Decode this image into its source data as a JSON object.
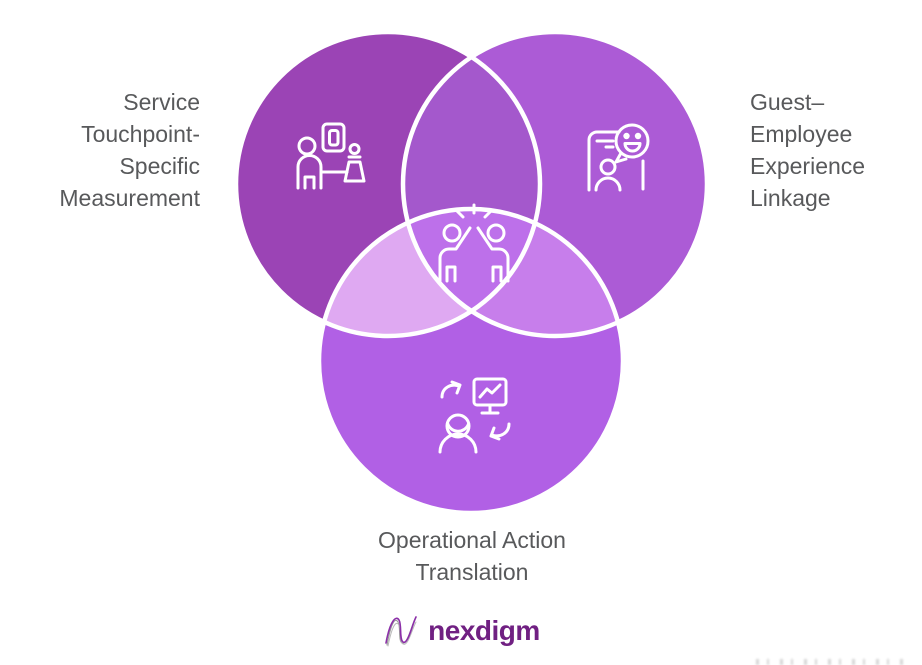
{
  "background_color": "#FFFFFF",
  "venn": {
    "outline_color": "#FFFFFF",
    "icon_color": "#FFFFFF",
    "label_color": "#58595B",
    "circles": [
      {
        "id": "service-touchpoint",
        "label": "Service Touchpoint-Specific Measurement",
        "label_lines": [
          "Service",
          "Touchpoint-",
          "Specific",
          "Measurement"
        ],
        "fill": "#9B44B5",
        "icon": "person-kiosk-icon"
      },
      {
        "id": "guest-employee",
        "label": "Guest–Employee Experience Linkage",
        "label_lines": [
          "Guest–",
          "Employee",
          "Experience",
          "Linkage"
        ],
        "fill": "#AC5BD6",
        "icon": "guest-feedback-speech-bubble-icon"
      },
      {
        "id": "operational-action",
        "label": "Operational Action Translation",
        "label_lines": [
          "Operational Action",
          "Translation"
        ],
        "fill": "#B160E5",
        "icon": "person-dashboard-sync-icon"
      }
    ],
    "overlaps": {
      "left_right": "#A458CC",
      "left_bottom": "#DFA9F2",
      "right_bottom": "#C77EEB",
      "center": "#BD70EA"
    },
    "center_icon": "high-five-icon"
  },
  "footer": {
    "brand": "nexdigm",
    "brand_color": "#702082"
  }
}
